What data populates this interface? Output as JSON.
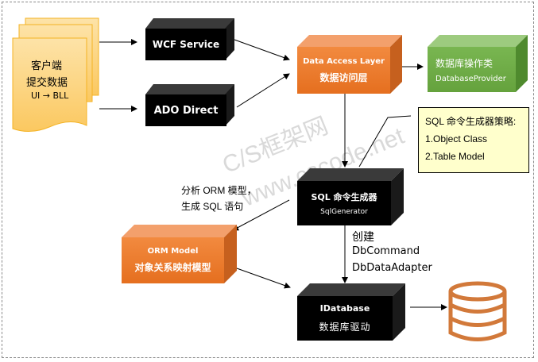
{
  "client": {
    "line1": "客户端",
    "line2": "提交数据",
    "line3": "UI → BLL"
  },
  "wcf": {
    "label": "WCF Service"
  },
  "ado": {
    "label": "ADO Direct"
  },
  "dal": {
    "title": "Data Access Layer",
    "subtitle": "数据访问层"
  },
  "provider": {
    "title": "数据库操作类",
    "subtitle": "DatabaseProvider"
  },
  "strategy": {
    "title": "SQL 命令生成器策略:",
    "item1": "1.Object Class",
    "item2": "2.Table Model"
  },
  "sqlgen": {
    "title": "SQL 命令生成器",
    "subtitle": "SqlGenerator"
  },
  "analyze_note": {
    "line1": "分析 ORM 模型，",
    "line2": "生成 SQL 语句"
  },
  "create_note": {
    "line1": "创建",
    "line2": "DbCommand",
    "line3": "DbDataAdapter"
  },
  "orm": {
    "title": "ORM Model",
    "subtitle": "对象关系映射模型"
  },
  "idb": {
    "title": "IDatabase",
    "subtitle": "数据库驱动"
  },
  "watermark": {
    "line1": "C/S框架网",
    "line2": "www.cscode.net"
  },
  "colors": {
    "black_box": "#000000",
    "orange_box": "#ee7a2c",
    "green_box": "#6aaa41",
    "client_doc": "#fdd37a",
    "note_bg": "#ffffcc",
    "database": "#d2793a"
  }
}
